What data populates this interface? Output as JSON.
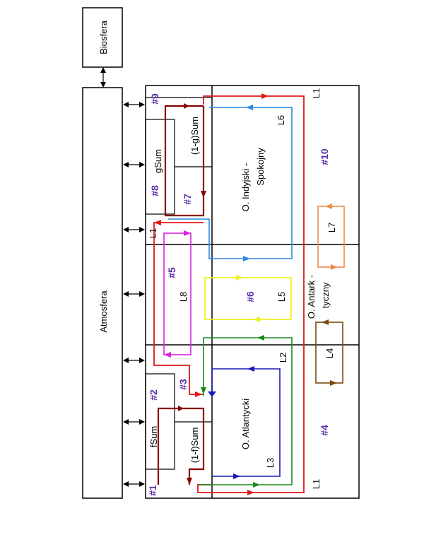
{
  "boxes": {
    "biosfera": "Biosfera",
    "atmosfera": "Atmosfera",
    "atlantic": "O. Atlantycki",
    "indian_pacific_1": "O. Indyjski -",
    "indian_pacific_2": "Spokojny",
    "antarctic_1": "O. Antark -",
    "antarctic_2": "tyczny",
    "fsum": "fSum",
    "f1sum": "(1-f)Sum",
    "gsum": "gSum",
    "g1sum": "(1-g)Sum"
  },
  "region_numbers": {
    "n1": "#1",
    "n2": "#2",
    "n3": "#3",
    "n4": "#4",
    "n5": "#5",
    "n6": "#6",
    "n7": "#7",
    "n8": "#8",
    "n9": "#9",
    "n10": "#10"
  },
  "loops": {
    "l1_top": "L1",
    "l1_mid": "L1",
    "l1_bottom": "L1",
    "l2": "L2",
    "l3": "L3",
    "l4": "L4",
    "l5": "L5",
    "l6": "L6",
    "l7": "L7",
    "l8": "L8"
  },
  "colors": {
    "l1": "#e01818",
    "l2": "#1a8a1a",
    "l3": "#1a1ab8",
    "l4": "#7a4a10",
    "l5": "#f0f020",
    "l6": "#2a8ae0",
    "l7": "#f08a4a",
    "l8": "#e020e0",
    "sum": "#8b0000",
    "label": "#5b2ea8"
  }
}
